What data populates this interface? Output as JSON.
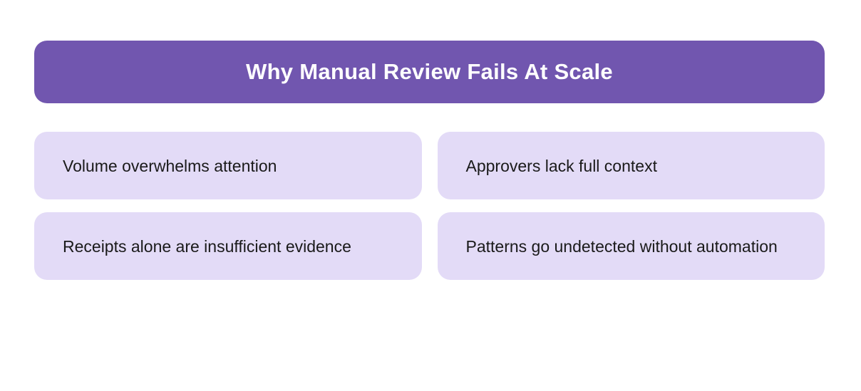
{
  "header": {
    "title": "Why Manual Review Fails At Scale"
  },
  "cards": [
    {
      "label": "Volume overwhelms attention"
    },
    {
      "label": "Approvers lack full context"
    },
    {
      "label": "Receipts alone are insufficient evidence"
    },
    {
      "label": "Patterns go undetected without automation"
    }
  ],
  "colors": {
    "header_bg": "#7156AF",
    "card_bg": "#E3DBF7",
    "title_text": "#FFFFFF",
    "card_text": "#1A1A1A",
    "page_bg": "#FFFFFF"
  }
}
